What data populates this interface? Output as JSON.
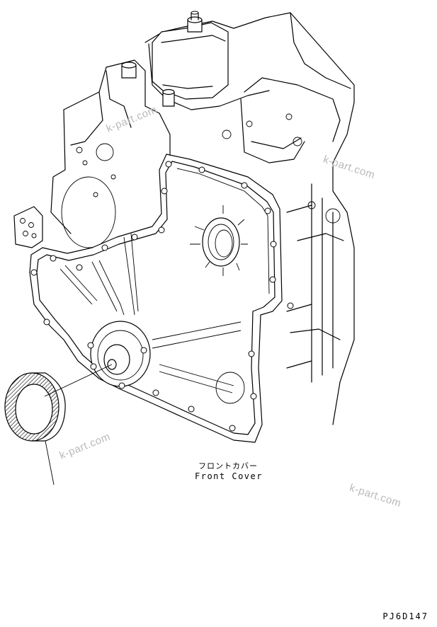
{
  "callouts": {
    "part_name_jp": "フロントカバー",
    "part_name_en": "Front Cover"
  },
  "figure_code": "PJ6D147",
  "watermarks": [
    "k-part.com",
    "k-part.com",
    "k-part.com",
    "k-part.com"
  ]
}
